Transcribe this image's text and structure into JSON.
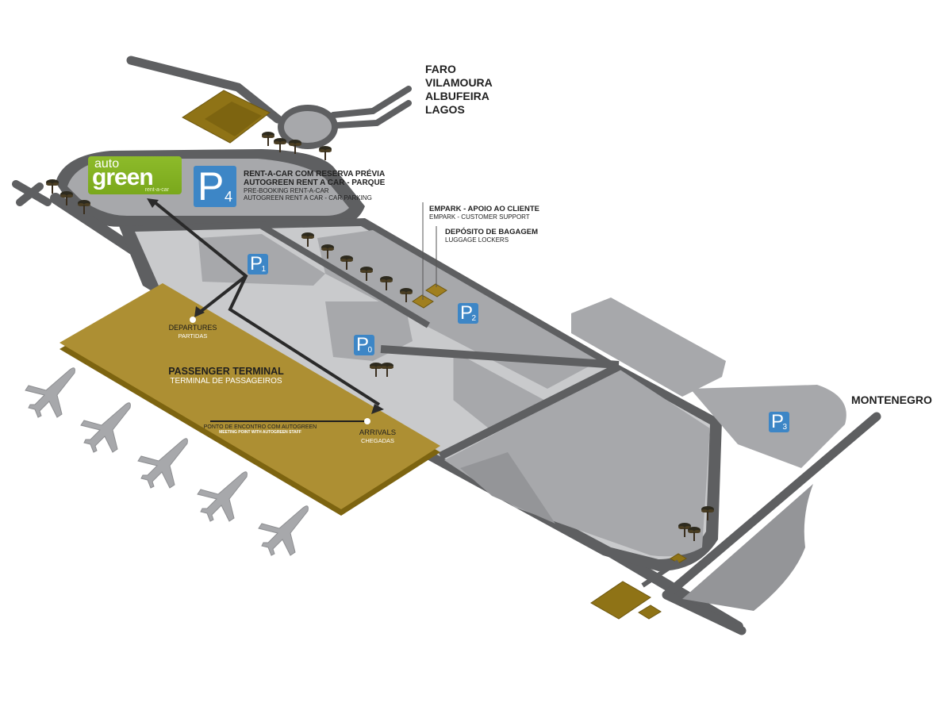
{
  "destinations": {
    "north": [
      "FARO",
      "VILAMOURA",
      "ALBUFEIRA",
      "LAGOS"
    ],
    "east": "MONTENEGRO"
  },
  "rent_a_car": {
    "logo_line1": "auto",
    "logo_line2": "green",
    "logo_line3": "rent-a-car",
    "line1": "RENT-A-CAR COM RESERVA PRÉVIA",
    "line2": "AUTOGREEN RENT A CAR - PARQUE",
    "line3": "PRE-BOOKING RENT-A-CAR",
    "line4": "AUTOGREEN RENT A CAR - CAR PARKING"
  },
  "services": {
    "empark_pt": "EMPARK - APOIO AO CLIENTE",
    "empark_en": "EMPARK - CUSTOMER SUPPORT",
    "luggage_pt": "DEPÓSITO DE BAGAGEM",
    "luggage_en": "LUGGAGE LOCKERS"
  },
  "terminal": {
    "title_en": "PASSENGER TERMINAL",
    "title_pt": "TERMINAL DE PASSAGEIROS",
    "departures_en": "DEPARTURES",
    "departures_pt": "PARTIDAS",
    "arrivals_en": "ARRIVALS",
    "arrivals_pt": "CHEGADAS",
    "meeting_pt": "PONTO DE ENCONTRO COM AUTOGREEN",
    "meeting_en": "MEETING POINT WITH AUTOGREEN STAFF"
  },
  "parking": [
    {
      "letter": "P",
      "number": "0"
    },
    {
      "letter": "P",
      "number": "1"
    },
    {
      "letter": "P",
      "number": "2"
    },
    {
      "letter": "P",
      "number": "3"
    },
    {
      "letter": "P",
      "number": "4"
    }
  ],
  "colors": {
    "parking_blue": "#3d86c6",
    "terminal_gold": "#ad8f33",
    "road_dark": "#5e5f61",
    "lot_gray": "#a7a8ab",
    "brand_green": "#85b423"
  }
}
